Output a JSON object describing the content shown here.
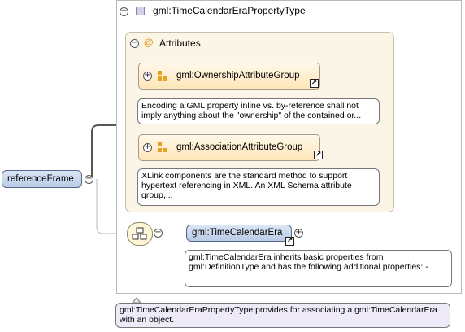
{
  "property_type": {
    "title": "gml:TimeCalendarEraPropertyType",
    "documentation": "gml:TimeCalendarEraPropertyType provides for associating a gml:TimeCalendarEra with an object."
  },
  "attributes": {
    "title": "Attributes",
    "at_symbol": "@",
    "groups": [
      {
        "label": "gml:OwnershipAttributeGroup",
        "documentation": "Encoding a GML property inline vs. by-reference shall not imply anything about the \"ownership\" of the contained or..."
      },
      {
        "label": "gml:AssociationAttributeGroup",
        "documentation": "XLink components are the standard method to support hypertext referencing in XML. An XML Schema attribute group,..."
      }
    ]
  },
  "root_element": {
    "label": "referenceFrame"
  },
  "child_element": {
    "label": "gml:TimeCalendarEra",
    "documentation": "gml:TimeCalendarEra inherits basic properties from gml:DefinitionType and has the following additional properties: -..."
  },
  "symbols": {
    "collapse": "−",
    "expand": "+",
    "link": "↗"
  },
  "colors": {
    "element_fill": "#c9d7ed",
    "attributes_fill": "#fbf5e8",
    "group_icon": "#e6a323",
    "type_icon": "#d6cde8",
    "documentation_fill": "#efeaf8"
  }
}
